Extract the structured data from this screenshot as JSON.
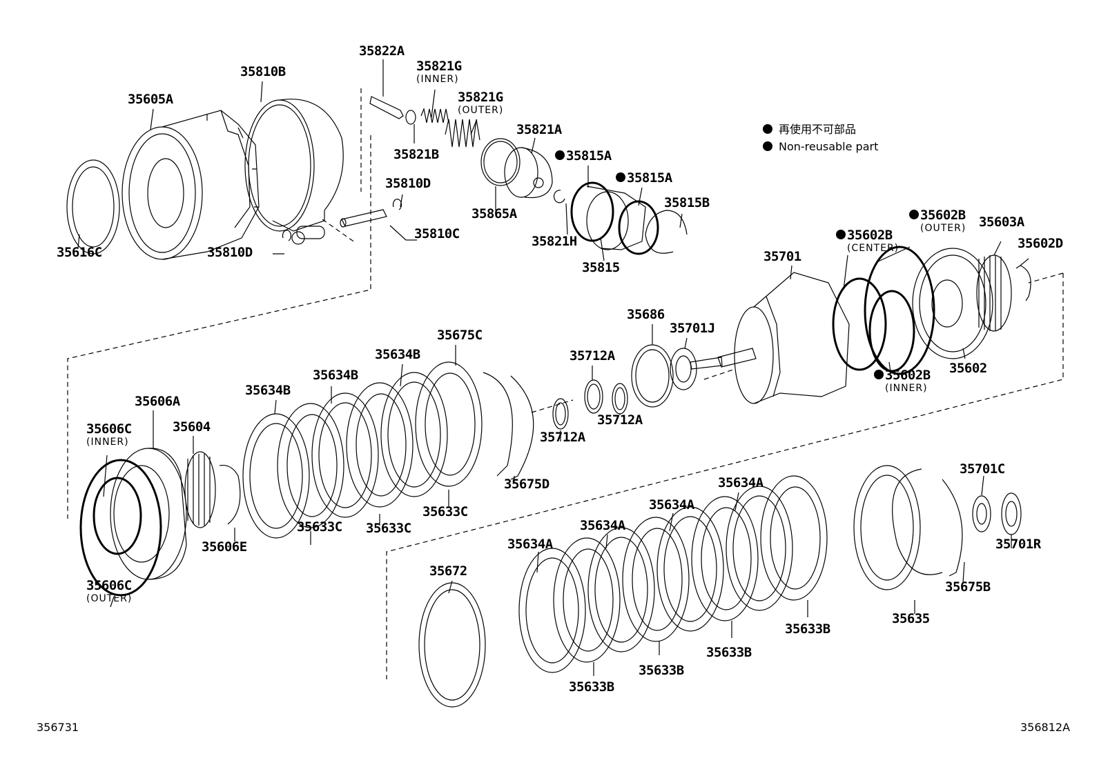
{
  "legend": {
    "items": [
      {
        "text": "再使用不可部品"
      },
      {
        "text": "Non-reusable part"
      }
    ]
  },
  "diagram_codes": {
    "left": "356731",
    "right": "356812A"
  },
  "parts": [
    {
      "id": "35822A",
      "label": "35822A",
      "note": ""
    },
    {
      "id": "35821G-inner",
      "label": "35821G",
      "note": "(INNER)"
    },
    {
      "id": "35821G-outer",
      "label": "35821G",
      "note": "(OUTER)"
    },
    {
      "id": "35810B",
      "label": "35810B",
      "note": ""
    },
    {
      "id": "35605A",
      "label": "35605A",
      "note": ""
    },
    {
      "id": "35821A",
      "label": "35821A",
      "note": ""
    },
    {
      "id": "35815A-1",
      "label": "35815A",
      "note": "",
      "non_reusable": true
    },
    {
      "id": "35821B",
      "label": "35821B",
      "note": ""
    },
    {
      "id": "35815A-2",
      "label": "35815A",
      "note": "",
      "non_reusable": true
    },
    {
      "id": "35810D-1",
      "label": "35810D",
      "note": ""
    },
    {
      "id": "35815B",
      "label": "35815B",
      "note": ""
    },
    {
      "id": "35865A",
      "label": "35865A",
      "note": ""
    },
    {
      "id": "35810C",
      "label": "35810C",
      "note": ""
    },
    {
      "id": "35821H",
      "label": "35821H",
      "note": ""
    },
    {
      "id": "35616C",
      "label": "35616C",
      "note": ""
    },
    {
      "id": "35810D-2",
      "label": "35810D",
      "note": ""
    },
    {
      "id": "35815",
      "label": "35815",
      "note": ""
    },
    {
      "id": "35602B-outer",
      "label": "35602B",
      "note": "(OUTER)",
      "non_reusable": true
    },
    {
      "id": "35603A",
      "label": "35603A",
      "note": ""
    },
    {
      "id": "35602B-center",
      "label": "35602B",
      "note": "(CENTER)",
      "non_reusable": true
    },
    {
      "id": "35602D",
      "label": "35602D",
      "note": ""
    },
    {
      "id": "35701",
      "label": "35701",
      "note": ""
    },
    {
      "id": "35686",
      "label": "35686",
      "note": ""
    },
    {
      "id": "35701J",
      "label": "35701J",
      "note": ""
    },
    {
      "id": "35675C",
      "label": "35675C",
      "note": ""
    },
    {
      "id": "35634B-1",
      "label": "35634B",
      "note": ""
    },
    {
      "id": "35712A-1",
      "label": "35712A",
      "note": ""
    },
    {
      "id": "35602",
      "label": "35602",
      "note": ""
    },
    {
      "id": "35634B-2",
      "label": "35634B",
      "note": ""
    },
    {
      "id": "35602B-inner",
      "label": "35602B",
      "note": "(INNER)",
      "non_reusable": true
    },
    {
      "id": "35634B-3",
      "label": "35634B",
      "note": ""
    },
    {
      "id": "35606A",
      "label": "35606A",
      "note": ""
    },
    {
      "id": "35712A-2",
      "label": "35712A",
      "note": ""
    },
    {
      "id": "35606C-inner",
      "label": "35606C",
      "note": "(INNER)"
    },
    {
      "id": "35604",
      "label": "35604",
      "note": ""
    },
    {
      "id": "35712A-3",
      "label": "35712A",
      "note": ""
    },
    {
      "id": "35675D",
      "label": "35675D",
      "note": ""
    },
    {
      "id": "35701C",
      "label": "35701C",
      "note": ""
    },
    {
      "id": "35633C-1",
      "label": "35633C",
      "note": ""
    },
    {
      "id": "35634A-1",
      "label": "35634A",
      "note": ""
    },
    {
      "id": "35634A-2",
      "label": "35634A",
      "note": ""
    },
    {
      "id": "35633C-2",
      "label": "35633C",
      "note": ""
    },
    {
      "id": "35633C-3",
      "label": "35633C",
      "note": ""
    },
    {
      "id": "35634A-3",
      "label": "35634A",
      "note": ""
    },
    {
      "id": "35606E",
      "label": "35606E",
      "note": ""
    },
    {
      "id": "35701R",
      "label": "35701R",
      "note": ""
    },
    {
      "id": "35634A-4",
      "label": "35634A",
      "note": ""
    },
    {
      "id": "35606C-outer",
      "label": "35606C",
      "note": "(OUTER)"
    },
    {
      "id": "35672",
      "label": "35672",
      "note": ""
    },
    {
      "id": "35675B",
      "label": "35675B",
      "note": ""
    },
    {
      "id": "35635",
      "label": "35635",
      "note": ""
    },
    {
      "id": "35633B-1",
      "label": "35633B",
      "note": ""
    },
    {
      "id": "35633B-2",
      "label": "35633B",
      "note": ""
    },
    {
      "id": "35633B-3",
      "label": "35633B",
      "note": ""
    },
    {
      "id": "35633B-4",
      "label": "35633B",
      "note": ""
    }
  ]
}
